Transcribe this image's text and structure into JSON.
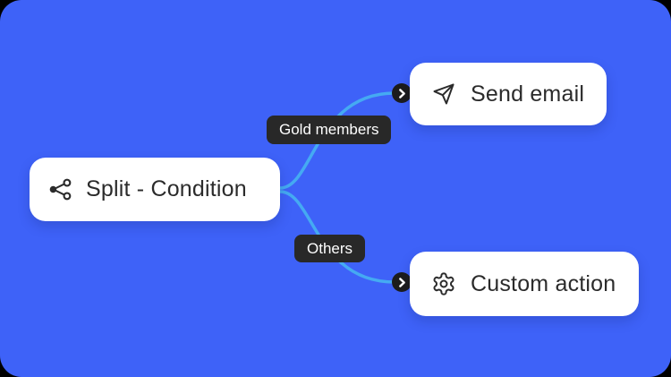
{
  "colors": {
    "background": "#3E62F8",
    "connector": "#45AAF2",
    "node_background": "#ffffff",
    "node_text": "#2b2b2b",
    "tag_background": "#282828",
    "tag_text": "#ffffff",
    "badge_background": "#1c1c1c"
  },
  "nodes": {
    "split": {
      "label": "Split - Condition",
      "icon": "split-icon"
    },
    "send_email": {
      "label": "Send email",
      "icon": "send-icon"
    },
    "custom_action": {
      "label": "Custom action",
      "icon": "gear-icon"
    }
  },
  "branches": [
    {
      "label": "Gold members",
      "target": "Send email"
    },
    {
      "label": "Others",
      "target": "Custom action"
    }
  ],
  "badges": [
    {
      "icon": "chevron-right-icon",
      "attached_to": "Send email"
    },
    {
      "icon": "chevron-right-icon",
      "attached_to": "Custom action"
    }
  ]
}
